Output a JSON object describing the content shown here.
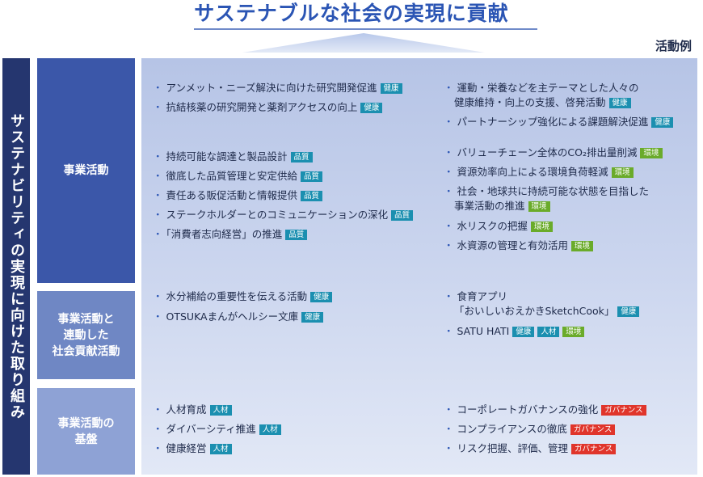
{
  "title": "サステナブルな社会の実現に貢献",
  "examples_label": "活動例",
  "side_label": "サステナビリティの実現に向けた取り組み",
  "categories": [
    {
      "label": "事業活動"
    },
    {
      "label": "事業活動と\n連動した\n社会貢献活動"
    },
    {
      "label": "事業活動の\n基盤"
    }
  ],
  "tags": {
    "health": "健康",
    "quality": "品質",
    "env": "環境",
    "people": "人材",
    "gov": "ガバナンス"
  },
  "colors": {
    "title": "#2b55b4",
    "side_band": "#25366f",
    "health_tag": "#1b8fb0",
    "env_tag": "#6aab2a",
    "gov_tag": "#e0352b"
  },
  "business": {
    "left1": [
      "アンメット・ニーズ解決に向けた研究開発促進",
      "抗結核薬の研究開発と薬剤アクセスの向上"
    ],
    "right1": [
      "運動・栄養などを主テーマとした人々の",
      "健康維持・向上の支援、啓発活動",
      "パートナーシップ強化による課題解決促進"
    ],
    "left2": [
      "持続可能な調達と製品設計",
      "徹底した品質管理と安定供給",
      "責任ある販促活動と情報提供",
      "ステークホルダーとのコミュニケーションの深化",
      "「消費者志向経営」の推進"
    ],
    "right2": [
      "バリューチェーン全体のCO₂排出量削減",
      "資源効率向上による環境負荷軽減",
      "社会・地球共に持続可能な状態を目指した",
      "事業活動の推進",
      "水リスクの把握",
      "水資源の管理と有効活用"
    ]
  },
  "social": {
    "left": [
      "水分補給の重要性を伝える活動",
      "OTSUKAまんがヘルシー文庫"
    ],
    "right": [
      "食育アプリ",
      "「おいしいおえかきSketchCook」",
      "SATU HATI"
    ]
  },
  "foundation": {
    "left": [
      "人材育成",
      "ダイバーシティ推進",
      "健康経営"
    ],
    "right": [
      "コーポレートガバナンスの強化",
      "コンプライアンスの徹底",
      "リスク把握、評価、管理"
    ]
  }
}
